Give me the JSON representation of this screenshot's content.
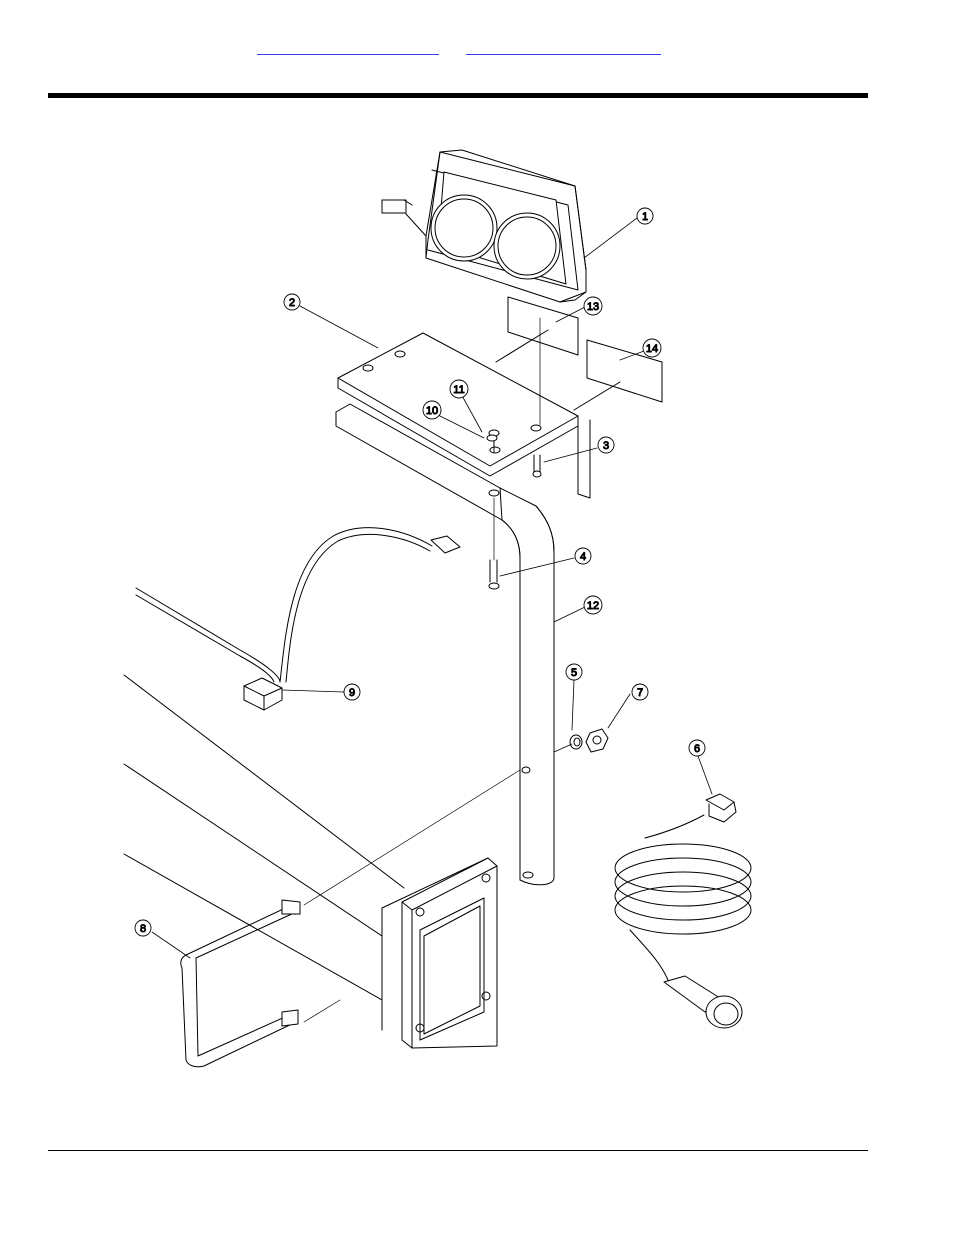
{
  "header": {
    "links": [
      "",
      ""
    ]
  },
  "diagram": {
    "callouts": [
      "1",
      "2",
      "3",
      "4",
      "5",
      "6",
      "7",
      "8",
      "9",
      "10",
      "11",
      "12",
      "13",
      "14"
    ]
  }
}
